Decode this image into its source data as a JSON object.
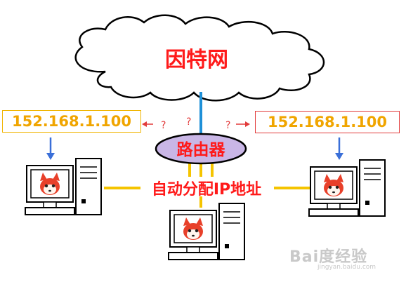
{
  "internet": {
    "label": "因特网"
  },
  "router": {
    "label": "路由器"
  },
  "dhcp": {
    "label": "自动分配IP地址"
  },
  "ip_left": {
    "address": "152.168.1.100"
  },
  "ip_right": {
    "address": "152.168.1.100"
  },
  "question_marks": {
    "left": "?",
    "center": "?",
    "right": "?"
  },
  "watermark": {
    "logo": "Bai度经验",
    "url": "jingyan.baidu.com"
  },
  "colors": {
    "label_red": "#ff1a1a",
    "ip_orange": "#f0a500",
    "link_blue": "#1e90d8",
    "link_yellow": "#f5c400",
    "router_fill": "#c9b6e6",
    "arrow_blue": "#3a6fd8"
  }
}
